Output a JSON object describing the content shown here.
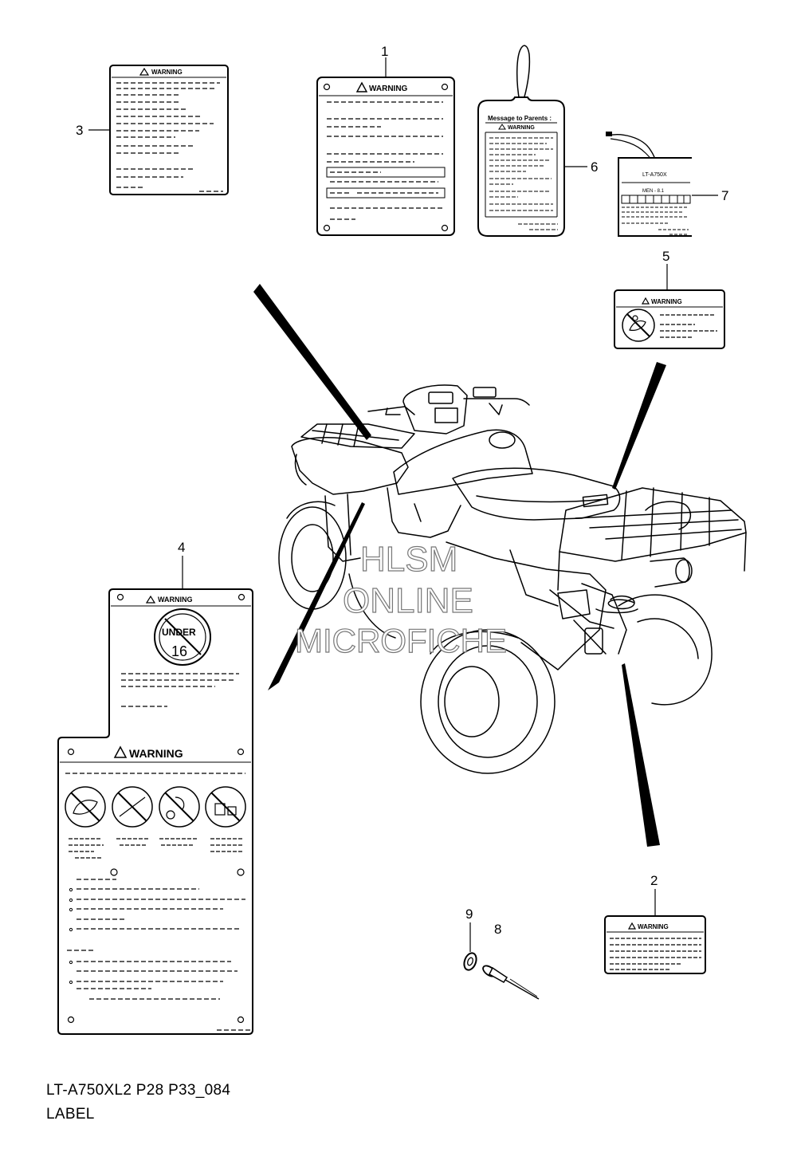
{
  "diagram": {
    "code": "LT-A750XL2 P28 P33_084",
    "title": "LABEL",
    "watermark": [
      "HLSM",
      "ONLINE",
      "MICROFICHE"
    ],
    "callouts": [
      "1",
      "2",
      "3",
      "4",
      "5",
      "6",
      "7",
      "8",
      "9"
    ],
    "warning_text": "WARNING",
    "tag_heading": "Message to Parents :",
    "badge_text": "UNDER",
    "badge_number": "16",
    "spec_model": "LT-A750X",
    "spec_line": "MEN - 8.1"
  }
}
